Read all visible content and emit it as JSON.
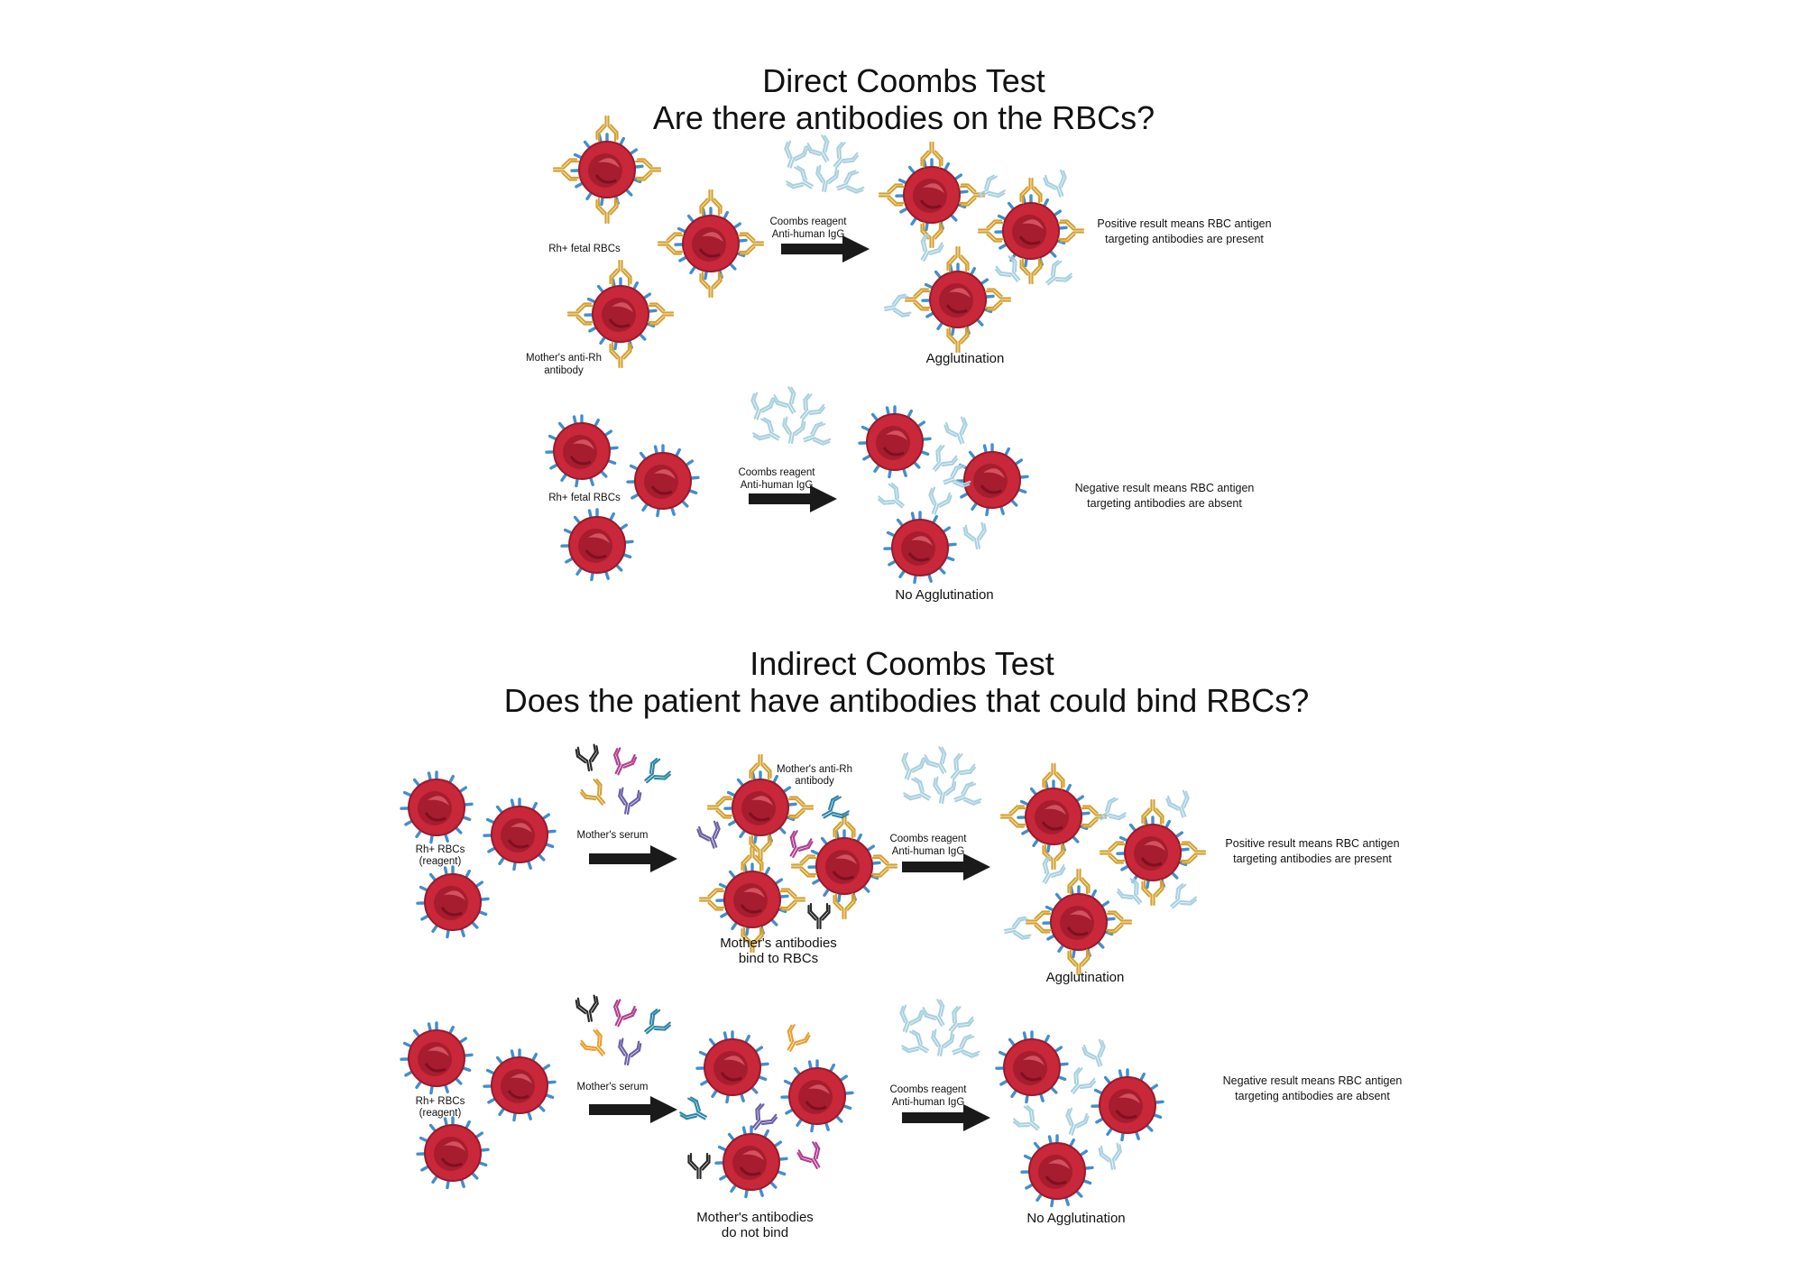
{
  "colors": {
    "rbc": "#c8283a",
    "rbc_dark": "#8e1624",
    "antigen": "#3f8fd0",
    "mother_antibody": "#d4a232",
    "coombs_reagent": "#a9d1e0",
    "arrow": "#1a1a1a",
    "serum_black": "#2a2a2a",
    "serum_magenta": "#b0408f",
    "serum_teal": "#2f86a8",
    "serum_purple": "#6a5fa8",
    "serum_orange": "#e8a030"
  },
  "direct": {
    "title": "Direct Coombs Test",
    "subtitle": "Are there antibodies on the RBCs?",
    "positive": {
      "cells_label": "Rh+ fetal RBCs",
      "antibody_label": [
        "Mother's anti-Rh",
        "antibody"
      ],
      "reagent_label": [
        "Coombs reagent",
        "Anti-human IgG"
      ],
      "result_label": "Agglutination",
      "explanation": [
        "Positive result means RBC antigen",
        "targeting antibodies are present"
      ]
    },
    "negative": {
      "cells_label": "Rh+ fetal RBCs",
      "reagent_label": [
        "Coombs reagent",
        "Anti-human IgG"
      ],
      "result_label": "No Agglutination",
      "explanation": [
        "Negative result means RBC antigen",
        "targeting antibodies are absent"
      ]
    }
  },
  "indirect": {
    "title": "Indirect Coombs Test",
    "subtitle": "Does the patient have antibodies that could bind RBCs?",
    "positive": {
      "cells_label": [
        "Rh+ RBCs",
        "(reagent)"
      ],
      "serum_label": "Mother's serum",
      "antibody_label": [
        "Mother's anti-Rh",
        "antibody"
      ],
      "bind_label": [
        "Mother's antibodies",
        "bind to RBCs"
      ],
      "reagent_label": [
        "Coombs reagent",
        "Anti-human IgG"
      ],
      "result_label": "Agglutination",
      "explanation": [
        "Positive result means RBC antigen",
        "targeting antibodies are present"
      ]
    },
    "negative": {
      "cells_label": [
        "Rh+ RBCs",
        "(reagent)"
      ],
      "serum_label": "Mother's serum",
      "nobind_label": [
        "Mother's antibodies",
        "do not bind"
      ],
      "reagent_label": [
        "Coombs reagent",
        "Anti-human IgG"
      ],
      "result_label": "No Agglutination",
      "explanation": [
        "Negative result means RBC antigen",
        "targeting antibodies are absent"
      ]
    }
  }
}
